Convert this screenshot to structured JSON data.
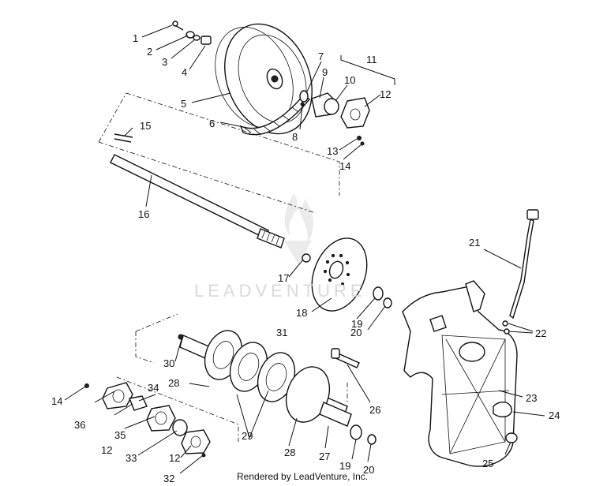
{
  "diagram": {
    "callouts": [
      "1",
      "2",
      "3",
      "4",
      "5",
      "6",
      "7",
      "8",
      "9",
      "10",
      "11",
      "12",
      "13",
      "14",
      "15",
      "16",
      "17",
      "18",
      "19",
      "20",
      "21",
      "22",
      "23",
      "24",
      "25",
      "26",
      "27",
      "28",
      "29",
      "30",
      "31",
      "32",
      "33",
      "34",
      "35",
      "36",
      "14",
      "12",
      "12",
      "19",
      "20",
      "28"
    ]
  },
  "watermark": {
    "text": "LEADVENTURE"
  },
  "footer": {
    "text": "Rendered by LeadVenture, Inc."
  }
}
